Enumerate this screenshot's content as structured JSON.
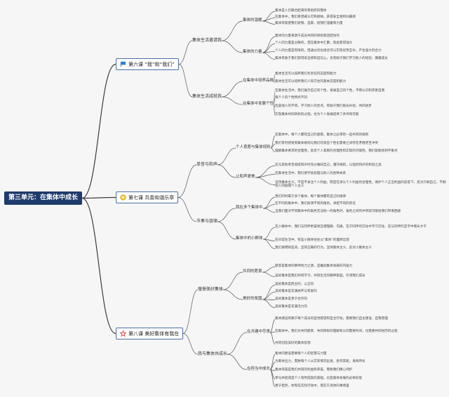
{
  "root": "第三单元：在集体中成长",
  "lessons": [
    {
      "title": "第六课 “我”和“我们”",
      "icon": "blue-flag-icon",
      "sections": [
        {
          "title": "集体生活邀请我",
          "groups": [
            {
              "title": "集体的温暖",
              "items": [
                "集体是人们联合起来的有组织的整体",
                "在集体中，我们希望被认可和接纳，获得安全感和归属感",
                "集体荣誉使我们骄傲、自豪，给我们温暖和力量"
              ]
            },
            {
              "title": "集体的力量",
              "items": [
                "集体的力量来源于成员共同的目标和团结协作",
                "个人的力量是分散的，但在集体中汇聚，就会变得强大",
                "个人的力量是有限的，但通过优化组合可以实现优势互补，产生强大的合力",
                "集体有助于我们获得安全感和自信心，也有助于我们学习他人的经验，健康成长"
              ]
            }
          ]
        },
        {
          "title": "集体生活成就我",
          "groups": [
            {
              "title": "在集体中培养品格",
              "items": [
                "集体生活可以培养我们负责任的态度和能力",
                "集体生活可以培养我们人际交往的基本态度和能力"
              ]
            },
            {
              "title": "在集体中发展个性",
              "items": [
                "在集体生活中，我们展示自己的个性，发展自己的个性，不断认识和完善自我",
                "每个人的个性特点不同",
                "包容他人的不同，学习他人的优点，有助于我们取长补短，共同进步",
                "实现集体共同目标的过程，也为个人发展提供了条件和可能"
              ]
            }
          ]
        }
      ]
    },
    {
      "title": "第七课 共奏和谐乐章",
      "icon": "yellow-badge-icon",
      "sections": [
        {
          "title": "单音与和声",
          "groups": [
            {
              "title": "个人意愿与集体规则",
              "items": [
                "在集体中，每个人都有自己的意愿，集体之必须有一些共同的规则",
                "我们有时感受到集体规则与我们的某些个性化需要之间存在矛盾甚至冲突",
                "理解集体要求的合理性，反思个人意愿的合理性和实现的可能性，我们就能找到平衡点"
              ]
            },
            {
              "title": "让和声更美",
              "items": [
                "在与其他单音组成和声时充分做好自己，遵守规则，以强烈和声的和谐之美",
                "在集体生活中，我们要学会处理与他人的各种关系",
                "坚持集体主义，不是不关注个人利益，而是在承认个人利益的合理性，保护个人正当利益的前提下，反对只顾自己，不顾他人的极端个人主义"
              ]
            }
          ]
        },
        {
          "title": "节奏与旋律",
          "groups": [
            {
              "title": "我在多个集体中",
              "items": [
                "我们同时属于多个集体，每个集体都有自己的规律",
                "在不同的集体中，我们扮演不同的角色，承担不同的责任",
                "当我们面对不同集体中的角色无法统一的角色时，角色之间的冲突就可能给我们带来困惑"
              ]
            },
            {
              "title": "集体中的小群体",
              "items": [
                "在小群体中，我们与同伴更容易互相理解、沟通，在于同伴的交往中学习交往、在与同伴的互学中增长才干",
                "在日常生活中，有些小群体往往以“集体”的面目出现",
                "我们要明辨是非，坚持正确的行为，坚持集体主义，反对小集体主义"
              ]
            }
          ]
        }
      ]
    },
    {
      "title": "第八课 美好集体有我在",
      "icon": "red-star-icon",
      "sections": [
        {
          "title": "憧憬美好集体",
          "groups": [
            {
              "title": "共同的愿景",
              "items": [
                "愿景是集体的精神动力之源，是推动集体发展的内驱力",
                "美好集体是我们共同学习、共同生活的精神家园，引领我们成长"
              ]
            },
            {
              "title": "美好的氛围",
              "items": [
                "美好集体是民主的、公正的",
                "美好集体是充满关怀与有爱的",
                "美好集体是善于合作的",
                "美好集体是充满活力的"
              ]
            }
          ]
        },
        {
          "title": "我与集体共成长",
          "groups": [
            {
              "title": "在共建中尽责",
              "items": [
                "集体建设有赖于每个成员的自觉愿望和自主行动，需要我们自主建设、自我管理",
                "在集体中，我们对共同愿景、共同目标的理解和认同需要时间，也需要共同经历的过程",
                "共同创造美好的集体氛围"
              ]
            },
            {
              "title": "在担当中成长",
              "items": [
                "集体的建设需要每个人的智慧与力量",
                "为集体出力，需要每个人从实际情况出发，各尽其能，发挥所长",
                "集体荣誉是我们共同的利益和荣誉，需要我们精心呵护",
                "参与并促成是个人有所成就的基础，也是集体发展的必要前提",
                "勇于担责，体现在实际行动中，落实于具体的事情里"
              ]
            }
          ]
        }
      ]
    }
  ]
}
